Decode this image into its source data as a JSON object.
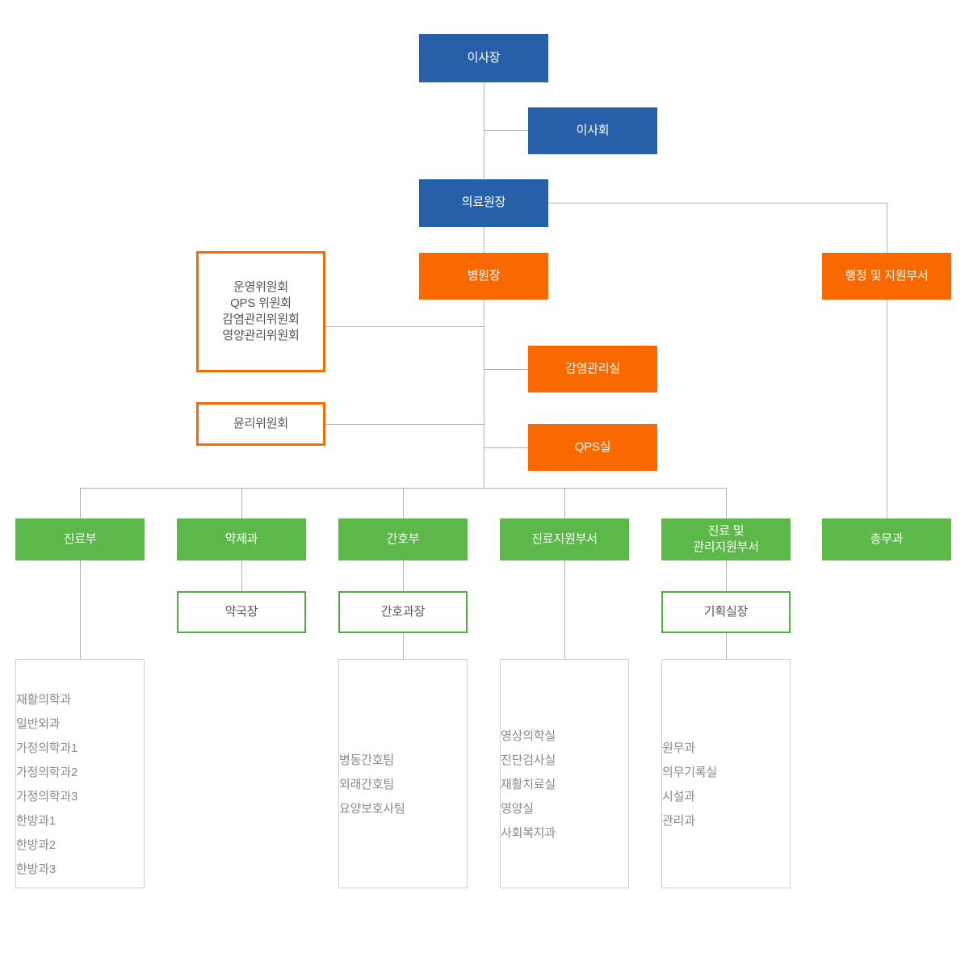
{
  "meta": {
    "title": "병원 조직도",
    "colors": {
      "blue": "#2760A9",
      "orange": "#FA6800",
      "green": "#5CB848",
      "outline_green": "#4CAF3E",
      "line": "#b3b3b3",
      "list_text": "#8a8a8a",
      "outline_text": "#555555"
    }
  },
  "nodes": {
    "chairman": "이사장",
    "board": "이사회",
    "medical_center_director": "의료원장",
    "hospital_director": "병원장",
    "admin_support_dept": "행정 및 지원부서",
    "committees_group": "운영위원회\nQPS 위원회\n감염관리위원회\n영양관리위원회",
    "ethics_committee": "윤리위원회",
    "infection_control_office": "감염관리실",
    "qps_office": "QPS실",
    "medical_dept": "진료부",
    "pharmacy_dept": "약제과",
    "nursing_dept": "간호부",
    "medical_support_dept": "진료지원부서",
    "care_and_mgmt_support_dept": "진료 및\n관리지원부서",
    "general_affairs_dept": "총무과",
    "pharmacy_head": "약국장",
    "nursing_head": "간호과장",
    "planning_head": "기획실장"
  },
  "lists": {
    "medical_dept_items": [
      "재활의학과",
      "일반외과",
      "가정의학과1",
      "가정의학과2",
      "가정의학과3",
      "한방과1",
      "한방과2",
      "한방과3"
    ],
    "nursing_dept_items": [
      "병동간호팀",
      "외래간호팀",
      "요양보호사팀"
    ],
    "medical_support_items": [
      "영상의학실",
      "진단검사실",
      "재활치료실",
      "영양실",
      "사회복지과"
    ],
    "care_mgmt_support_items": [
      "원무과",
      "의무기록실",
      "시설과",
      "관리과"
    ]
  }
}
